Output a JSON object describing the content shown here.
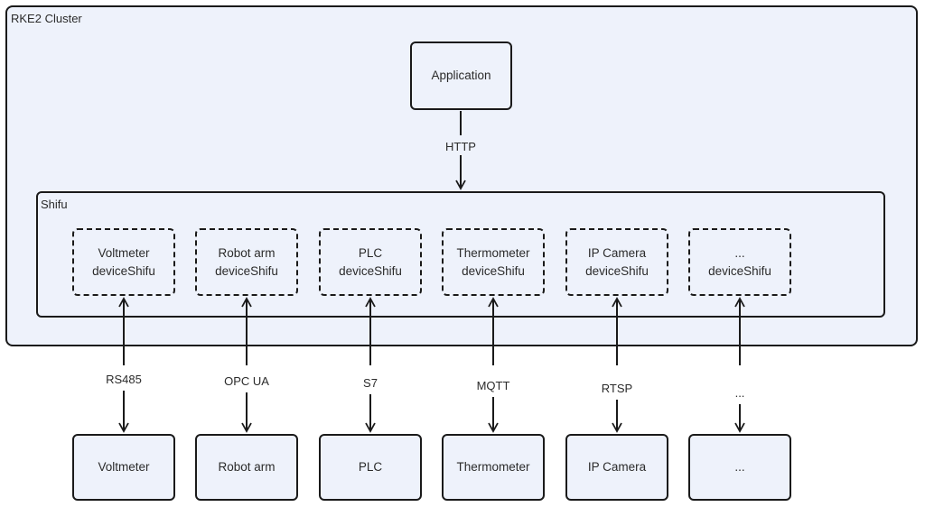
{
  "cluster": {
    "label": "RKE2 Cluster"
  },
  "application": {
    "label": "Application",
    "link_label": "HTTP"
  },
  "shifu": {
    "label": "Shifu"
  },
  "columns": [
    {
      "device_line1": "Voltmeter",
      "device_line2": "deviceShifu",
      "protocol": "RS485",
      "physical": "Voltmeter"
    },
    {
      "device_line1": "Robot arm",
      "device_line2": "deviceShifu",
      "protocol": "OPC UA",
      "physical": "Robot arm"
    },
    {
      "device_line1": "PLC",
      "device_line2": "deviceShifu",
      "protocol": "S7",
      "physical": "PLC"
    },
    {
      "device_line1": "Thermometer",
      "device_line2": "deviceShifu",
      "protocol": "MQTT",
      "physical": "Thermometer"
    },
    {
      "device_line1": "IP Camera",
      "device_line2": "deviceShifu",
      "protocol": "RTSP",
      "physical": "IP Camera"
    },
    {
      "device_line1": "...",
      "device_line2": "deviceShifu",
      "protocol": "...",
      "physical": "..."
    }
  ]
}
